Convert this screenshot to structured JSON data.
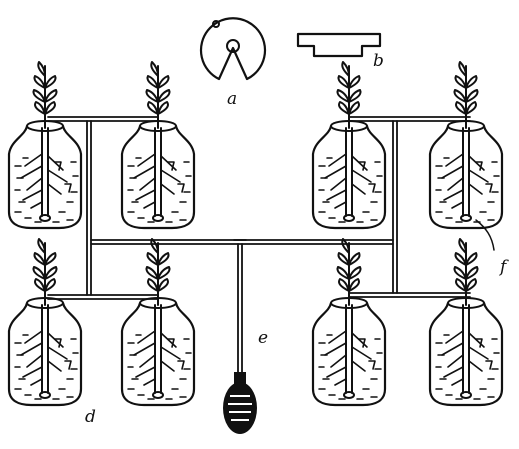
{
  "labels": {
    "a": "a",
    "b": "b",
    "d": "d",
    "e": "e",
    "f": "f"
  },
  "colors": {
    "ink": "#111111",
    "background": "#ffffff"
  }
}
